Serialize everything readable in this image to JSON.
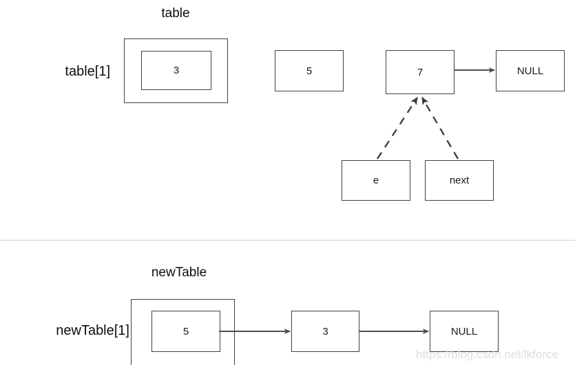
{
  "diagram": {
    "watermark": "https://blog.csdn.net/lkforce",
    "colors": {
      "stroke": "#404040",
      "arrow": "#4d4d4d",
      "text": "#0d0d0d",
      "divider": "#a8a8a8",
      "watermark": "#dedede",
      "background": "#ffffff"
    },
    "top_section": {
      "title": "table",
      "row_label": "table[1]",
      "bucket_value": "3",
      "nodes": [
        {
          "label": "5"
        },
        {
          "label": "7"
        },
        {
          "label": "NULL"
        }
      ],
      "pointers": [
        {
          "label": "e"
        },
        {
          "label": "next"
        }
      ]
    },
    "bottom_section": {
      "title": "newTable",
      "row_label": "newTable[1]",
      "bucket_value": "5",
      "nodes": [
        {
          "label": "3"
        },
        {
          "label": "NULL"
        }
      ]
    }
  }
}
